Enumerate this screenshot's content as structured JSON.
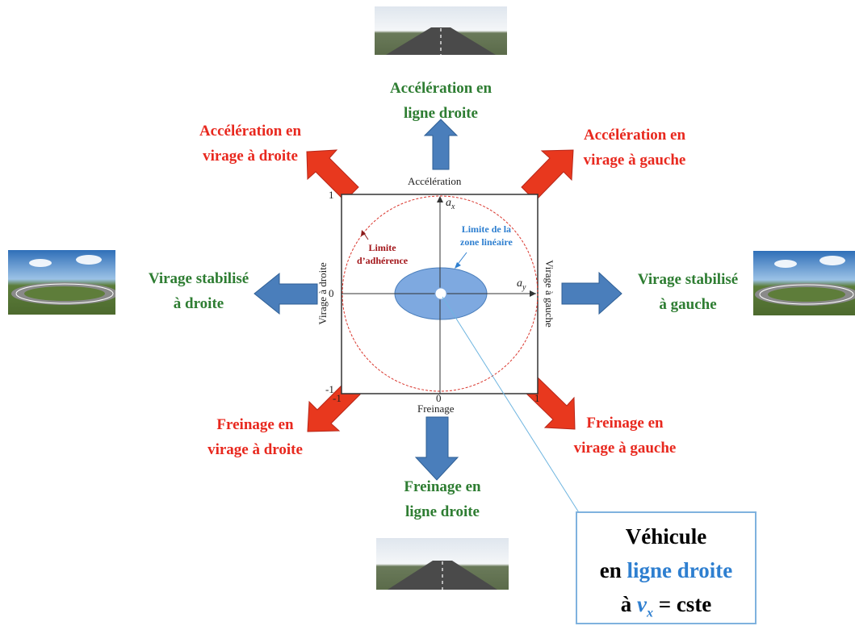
{
  "labels": {
    "top_line1": "Accélération en",
    "top_line2": "ligne droite",
    "top_left_line1": "Accélération en",
    "top_left_line2": "virage à droite",
    "top_right_line1": "Accélération en",
    "top_right_line2": "virage à gauche",
    "left_line1": "Virage stabilisé",
    "left_line2": "à droite",
    "right_line1": "Virage stabilisé",
    "right_line2": "à gauche",
    "bottom_left_line1": "Freinage en",
    "bottom_left_line2": "virage à droite",
    "bottom_right_line1": "Freinage en",
    "bottom_right_line2": "virage à gauche",
    "bottom_line1": "Freinage en",
    "bottom_line2": "ligne droite"
  },
  "plot": {
    "top_axis_label": "Accélération",
    "bottom_axis_label": "Freinage",
    "left_axis_label": "Virage à droite",
    "right_axis_label": "Virage à gauche",
    "x_axis_var": "a",
    "x_axis_sub": "y",
    "y_axis_var": "a",
    "y_axis_sub": "x",
    "tick_top": "1",
    "tick_left_zero": "0",
    "tick_bottom_zero": "0",
    "tick_minus_1_left": "-1",
    "tick_minus_1_bottom": "-1",
    "tick_right_1": "1",
    "adherence_line1": "Limite",
    "adherence_line2": "d’adhérence",
    "linear_line1": "Limite de la",
    "linear_line2": "zone linéaire"
  },
  "info_box": {
    "line1": "Véhicule",
    "line2_prefix": "en",
    "line2_highlight": "ligne droite",
    "line3_prefix": "à",
    "line3_var": "v",
    "line3_sub": "x",
    "line3_suffix": "= cste"
  },
  "colors": {
    "blue_arrow": "#4a7ebb",
    "red_arrow": "#e8381e",
    "green_text": "#2e7d32",
    "red_text": "#e8281e",
    "ellipse_fill": "#7ea9e0",
    "circle_stroke": "#d9342b"
  },
  "photos": {
    "top": "road-photo",
    "bottom": "road-photo",
    "left": "track-photo",
    "right": "track-photo"
  }
}
